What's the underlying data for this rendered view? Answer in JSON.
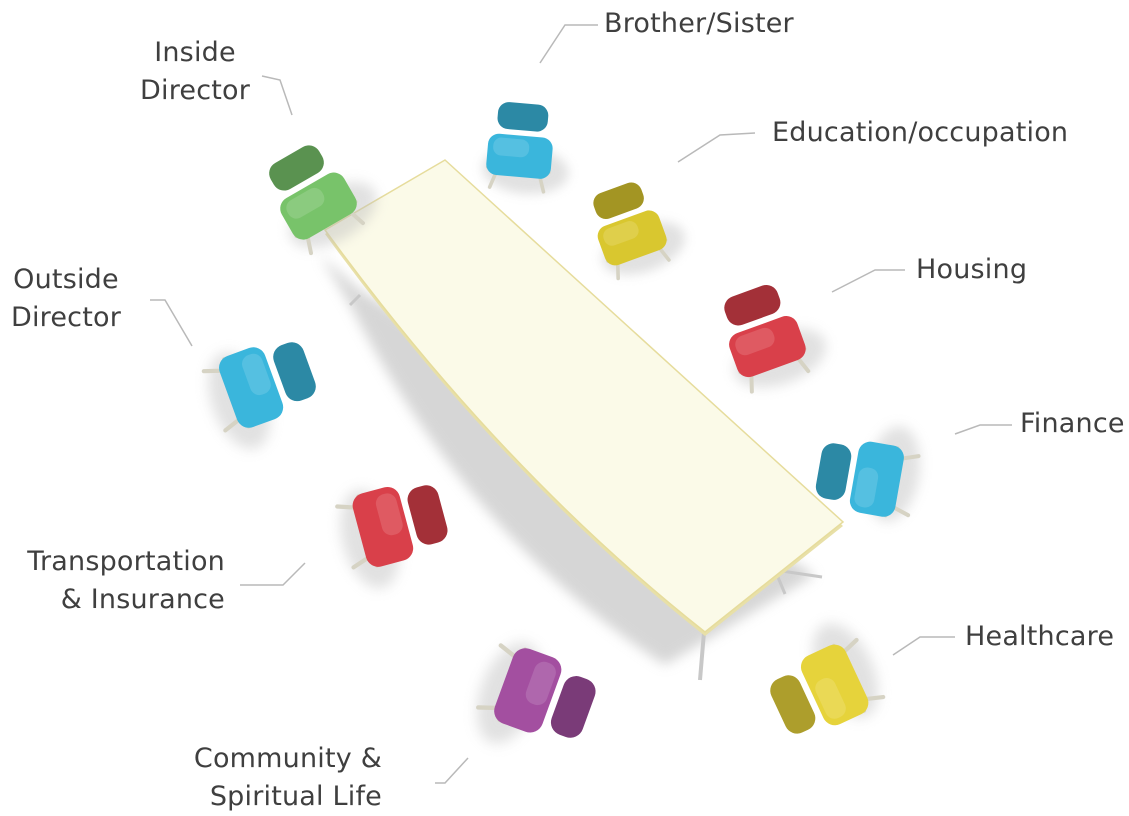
{
  "seats": [
    {
      "id": "inside-director",
      "lines": [
        "Inside",
        "Director"
      ],
      "color": "#78c36a"
    },
    {
      "id": "brother-sister",
      "lines": [
        "Brother/Sister"
      ],
      "color": "#3ab6dc"
    },
    {
      "id": "education-occupation",
      "lines": [
        "Education/occupation"
      ],
      "color": "#d9c72f"
    },
    {
      "id": "housing",
      "lines": [
        "Housing"
      ],
      "color": "#d9404a"
    },
    {
      "id": "outside-director",
      "lines": [
        "Outside",
        "Director"
      ],
      "color": "#3ab6dc"
    },
    {
      "id": "finance",
      "lines": [
        "Finance"
      ],
      "color": "#3ab6dc"
    },
    {
      "id": "transportation-insurance",
      "lines": [
        "Transportation",
        "& Insurance"
      ],
      "color": "#d9404a"
    },
    {
      "id": "healthcare",
      "lines": [
        "Healthcare"
      ],
      "color": "#e6d33b"
    },
    {
      "id": "community-spiritual-life",
      "lines": [
        "Community &",
        "Spiritual Life"
      ],
      "color": "#a34fa0"
    }
  ],
  "table_color": "#fbfae8"
}
